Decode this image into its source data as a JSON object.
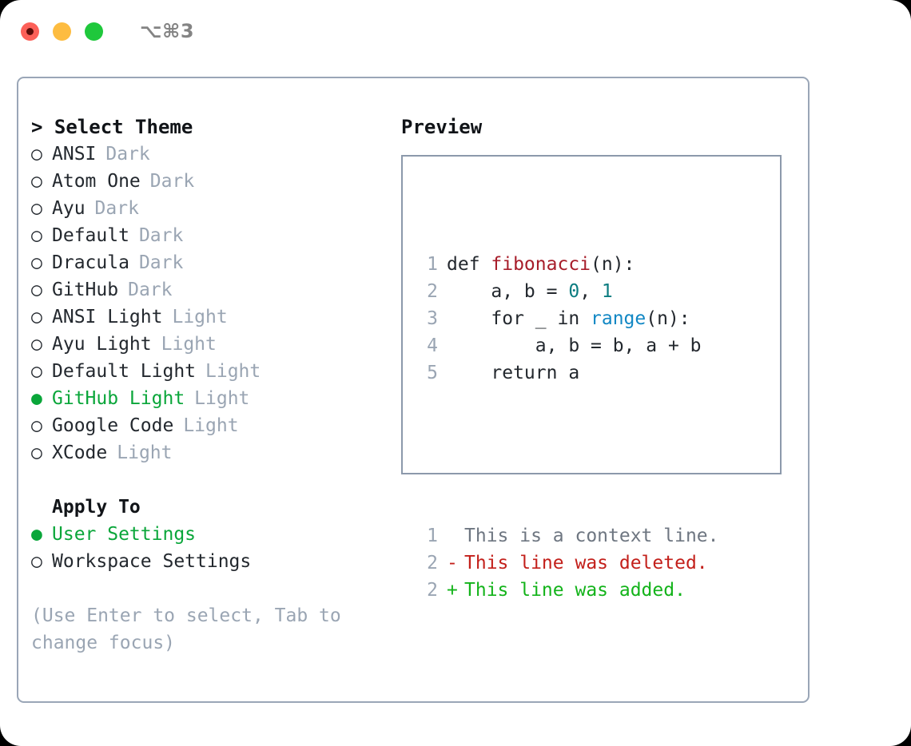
{
  "titlebar": {
    "shortcut": "⌥⌘3",
    "lights": [
      "close-red",
      "minimize-yellow",
      "maximize-green"
    ]
  },
  "theme_section": {
    "header": "> Select Theme",
    "focus_marker": ">",
    "items": [
      {
        "bullet": "○",
        "label": "ANSI",
        "tag": "Dark",
        "selected": false
      },
      {
        "bullet": "○",
        "label": "Atom One",
        "tag": "Dark",
        "selected": false
      },
      {
        "bullet": "○",
        "label": "Ayu",
        "tag": "Dark",
        "selected": false
      },
      {
        "bullet": "○",
        "label": "Default",
        "tag": "Dark",
        "selected": false
      },
      {
        "bullet": "○",
        "label": "Dracula",
        "tag": "Dark",
        "selected": false
      },
      {
        "bullet": "○",
        "label": "GitHub",
        "tag": "Dark",
        "selected": false
      },
      {
        "bullet": "○",
        "label": "ANSI Light",
        "tag": "Light",
        "selected": false
      },
      {
        "bullet": "○",
        "label": "Ayu Light",
        "tag": "Light",
        "selected": false
      },
      {
        "bullet": "○",
        "label": "Default Light",
        "tag": "Light",
        "selected": false
      },
      {
        "bullet": "●",
        "label": "GitHub Light",
        "tag": "Light",
        "selected": true
      },
      {
        "bullet": "○",
        "label": "Google Code",
        "tag": "Light",
        "selected": false
      },
      {
        "bullet": "○",
        "label": "XCode",
        "tag": "Light",
        "selected": false
      }
    ]
  },
  "apply_section": {
    "header": "Apply To",
    "items": [
      {
        "bullet": "●",
        "label": "User Settings",
        "selected": true
      },
      {
        "bullet": "○",
        "label": "Workspace Settings",
        "selected": false
      }
    ]
  },
  "hint": "(Use Enter to select, Tab to change focus)",
  "preview": {
    "header": "Preview",
    "code_lines": [
      {
        "num": "1",
        "parts": [
          {
            "t": "def ",
            "c": "plain"
          },
          {
            "t": "fibonacci",
            "c": "fn"
          },
          {
            "t": "(n):",
            "c": "plain"
          }
        ]
      },
      {
        "num": "2",
        "parts": [
          {
            "t": "    a, b = ",
            "c": "plain"
          },
          {
            "t": "0",
            "c": "num"
          },
          {
            "t": ", ",
            "c": "plain"
          },
          {
            "t": "1",
            "c": "num"
          }
        ]
      },
      {
        "num": "3",
        "parts": [
          {
            "t": "    for _ in ",
            "c": "plain"
          },
          {
            "t": "range",
            "c": "call"
          },
          {
            "t": "(n):",
            "c": "plain"
          }
        ]
      },
      {
        "num": "4",
        "parts": [
          {
            "t": "        a, b = b, a + b",
            "c": "plain"
          }
        ]
      },
      {
        "num": "5",
        "parts": [
          {
            "t": "    return a",
            "c": "plain"
          }
        ]
      }
    ],
    "diff_lines": [
      {
        "num": "1",
        "mark": " ",
        "text": "This is a context line.",
        "kind": "context"
      },
      {
        "num": "2",
        "mark": "-",
        "text": "This line was deleted.",
        "kind": "deleted"
      },
      {
        "num": "2",
        "mark": "+",
        "text": "This line was added.",
        "kind": "added"
      }
    ]
  },
  "colors": {
    "accent_green": "#0aa63a",
    "diff_added": "#13b31a",
    "diff_deleted": "#c3201b",
    "muted": "#9aa5b3",
    "text": "#23282e",
    "syntax_function": "#a71d2a",
    "syntax_number": "#0b7c80",
    "syntax_call": "#1187c4",
    "border": "#9aa6b7"
  }
}
